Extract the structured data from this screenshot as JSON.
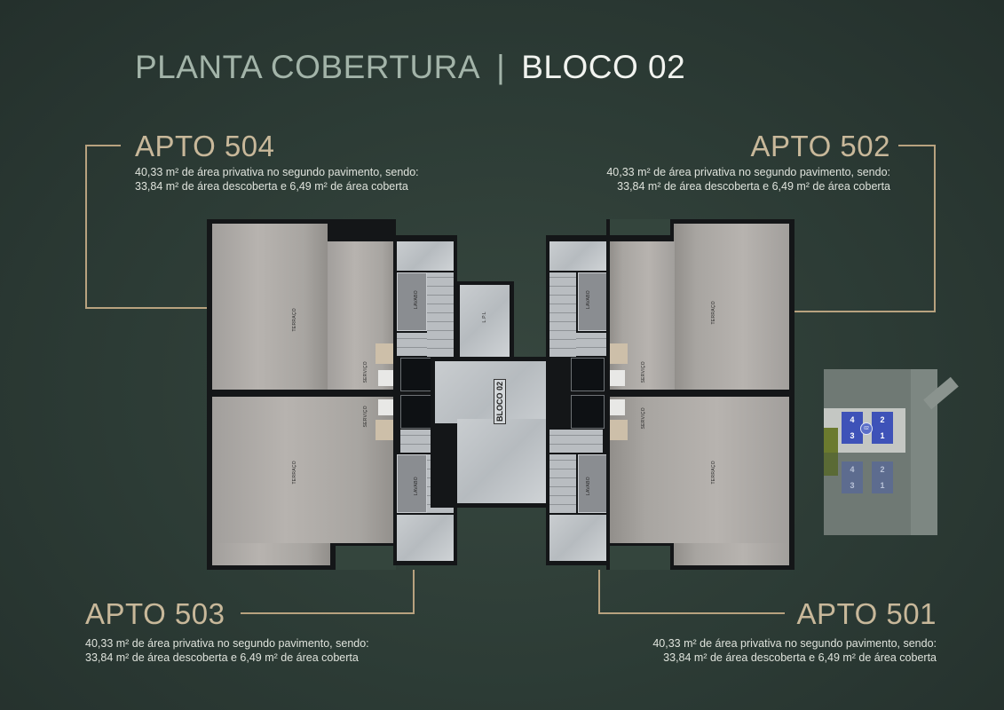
{
  "header": {
    "title_main": "PLANTA COBERTURA",
    "separator": "|",
    "title_block": "BLOCO 02"
  },
  "colors": {
    "background": "#2c3b35",
    "accent_gold": "#c8b89a",
    "title_muted": "#a3b4a9",
    "title_bright": "#f1f3ef",
    "unit_blue": "#3e52b8"
  },
  "units": [
    {
      "id": "apto-504",
      "title": "APTO 504",
      "line1": "40,33 m² de área privativa no segundo pavimento, sendo:",
      "line2": "33,84 m² de área descoberta e 6,49 m² de área coberta"
    },
    {
      "id": "apto-502",
      "title": "APTO 502",
      "line1": "40,33 m² de área privativa no segundo pavimento, sendo:",
      "line2": "33,84 m² de área descoberta e 6,49 m² de área coberta"
    },
    {
      "id": "apto-503",
      "title": "APTO 503",
      "line1": "40,33 m² de área privativa no segundo pavimento, sendo:",
      "line2": "33,84 m² de área descoberta e 6,49 m² de área coberta"
    },
    {
      "id": "apto-501",
      "title": "APTO 501",
      "line1": "40,33 m² de área privativa no segundo pavimento, sendo:",
      "line2": "33,84 m² de área descoberta e 6,49 m² de área coberta"
    }
  ],
  "plan": {
    "room_terraco": "TERRAÇO",
    "room_servico": "SERVIÇO",
    "room_lavabo": "LAVABO",
    "room_lift": "L.P.L",
    "block_tag": "BLOCO 02"
  },
  "site_map": {
    "block_badge": "02",
    "units_active": [
      "4",
      "2",
      "3",
      "1"
    ],
    "units_faded": [
      "4",
      "2",
      "3",
      "1"
    ]
  }
}
